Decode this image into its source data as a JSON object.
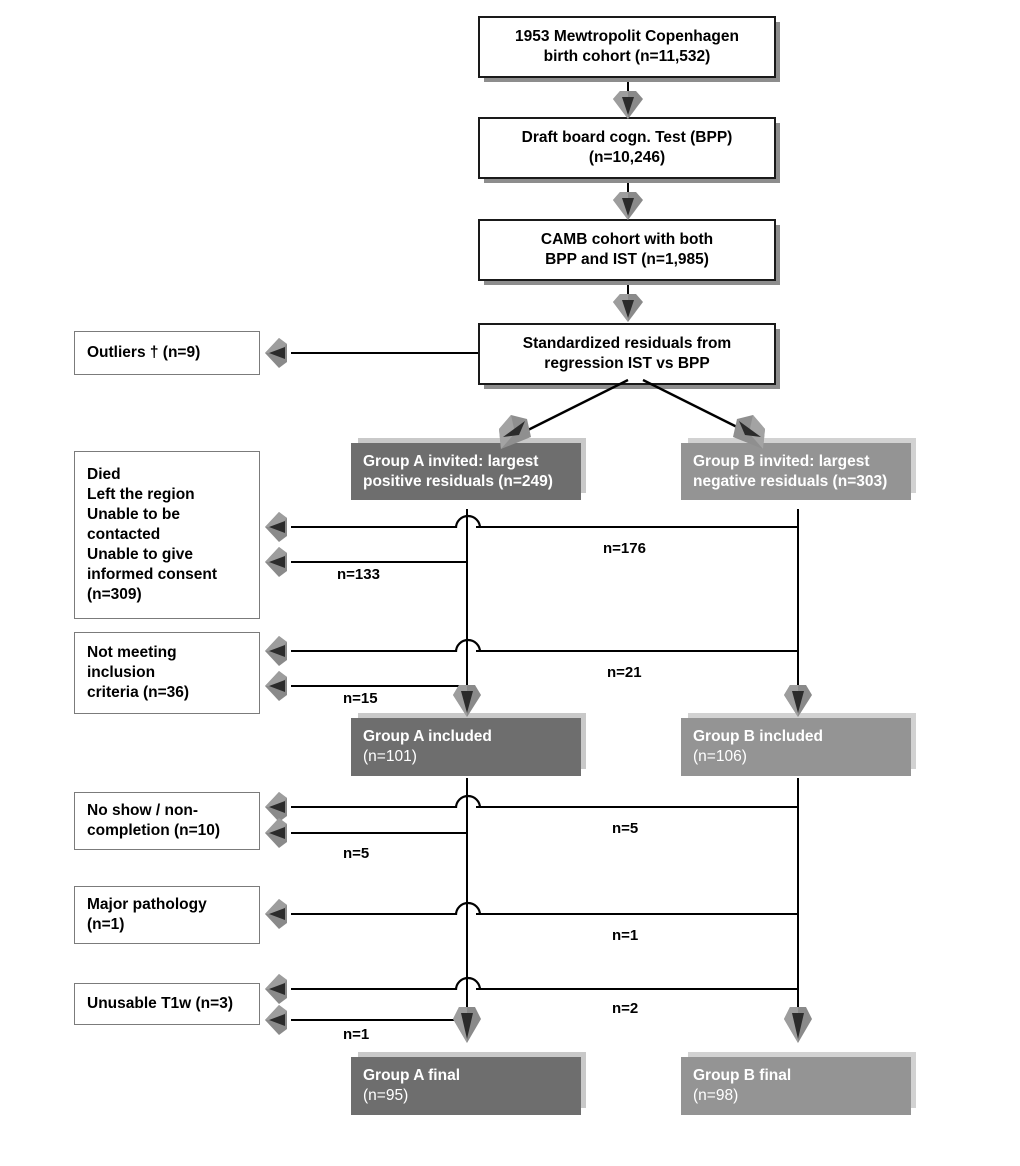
{
  "figure": {
    "type": "flowchart",
    "title": "Study participant flow diagram",
    "colors": {
      "group_a_fill": "#6e6e6e",
      "group_b_fill": "#949494",
      "box_shadow": "#8d8d8d",
      "arrow_fill": "#8a8a8a",
      "arrow_dark": "#6a6a6a",
      "line": "#000000",
      "text_light": "#ffffff",
      "text_dark": "#000000"
    }
  },
  "nodes": {
    "cohort": {
      "line1": "1953 Mewtropolit Copenhagen",
      "line2": "birth cohort (n=11,532)"
    },
    "bpp": {
      "line1": "Draft board cogn. Test (BPP)",
      "line2": "(n=10,246)"
    },
    "camb": {
      "line1": "CAMB cohort with both",
      "line2": "BPP and IST (n=1,985)"
    },
    "residuals": {
      "line1": "Standardized residuals from",
      "line2": "regression IST vs BPP"
    },
    "outliers": {
      "line1": "Outliers † (n=9)"
    },
    "group_a_invited": {
      "line1": "Group A invited: largest",
      "line2": "positive residuals (n=249)"
    },
    "group_b_invited": {
      "line1": "Group B invited: largest",
      "line2": "negative residuals (n=303)"
    },
    "group_a_included": {
      "line1": "Group A included",
      "line2": "(n=101)"
    },
    "group_b_included": {
      "line1": "Group B included",
      "line2": "(n=106)"
    },
    "group_a_final": {
      "line1": "Group A final",
      "line2": "(n=95)"
    },
    "group_b_final": {
      "line1": "Group B final",
      "line2": "(n=98)"
    },
    "excl_contact": {
      "line1": "Died",
      "line2": "Left the region",
      "line3": "Unable to be",
      "line4": "contacted",
      "line5": "Unable to give",
      "line6": "informed consent",
      "line7": "(n=309)"
    },
    "excl_inclusion": {
      "line1": "Not meeting",
      "line2": "inclusion",
      "line3": "criteria (n=36)"
    },
    "excl_noshow": {
      "line1": "No show / non-",
      "line2": "completion (n=10)"
    },
    "excl_pathology": {
      "line1": "Major pathology",
      "line2": "(n=1)"
    },
    "excl_t1w": {
      "line1": "Unusable T1w (n=3)"
    }
  },
  "edge_labels": {
    "b_contact": "n=176",
    "a_contact": "n=133",
    "b_inclusion": "n=21",
    "a_inclusion": "n=15",
    "b_noshow": "n=5",
    "a_noshow": "n=5",
    "b_pathology": "n=1",
    "b_t1w": "n=2",
    "a_t1w": "n=1"
  },
  "chart_data": {
    "type": "flowchart",
    "title": "Study participant flow diagram",
    "stages": [
      {
        "id": "cohort",
        "label": "1953 Mewtropolit Copenhagen birth cohort",
        "n": 11532
      },
      {
        "id": "bpp",
        "label": "Draft board cogn. Test (BPP)",
        "n": 10246
      },
      {
        "id": "camb",
        "label": "CAMB cohort with both BPP and IST",
        "n": 1985
      },
      {
        "id": "residuals",
        "label": "Standardized residuals from regression IST vs BPP",
        "n": null
      },
      {
        "id": "group_a_invited",
        "label": "Group A invited: largest positive residuals",
        "n": 249,
        "group": "A"
      },
      {
        "id": "group_b_invited",
        "label": "Group B invited: largest negative residuals",
        "n": 303,
        "group": "B"
      },
      {
        "id": "group_a_included",
        "label": "Group A included",
        "n": 101,
        "group": "A"
      },
      {
        "id": "group_b_included",
        "label": "Group B included",
        "n": 106,
        "group": "B"
      },
      {
        "id": "group_a_final",
        "label": "Group A final",
        "n": 95,
        "group": "A"
      },
      {
        "id": "group_b_final",
        "label": "Group B final",
        "n": 98,
        "group": "B"
      }
    ],
    "exclusions": [
      {
        "id": "outliers",
        "label": "Outliers †",
        "n": 9,
        "from": [
          "residuals"
        ]
      },
      {
        "id": "excl_contact",
        "label": "Died / Left the region / Unable to be contacted / Unable to give informed consent",
        "n": 309,
        "from_a": 133,
        "from_b": 176
      },
      {
        "id": "excl_inclusion",
        "label": "Not meeting inclusion criteria",
        "n": 36,
        "from_a": 15,
        "from_b": 21
      },
      {
        "id": "excl_noshow",
        "label": "No show / non-completion",
        "n": 10,
        "from_a": 5,
        "from_b": 5
      },
      {
        "id": "excl_pathology",
        "label": "Major pathology",
        "n": 1,
        "from_a": null,
        "from_b": 1
      },
      {
        "id": "excl_t1w",
        "label": "Unusable T1w",
        "n": 3,
        "from_a": 1,
        "from_b": 2
      }
    ]
  }
}
